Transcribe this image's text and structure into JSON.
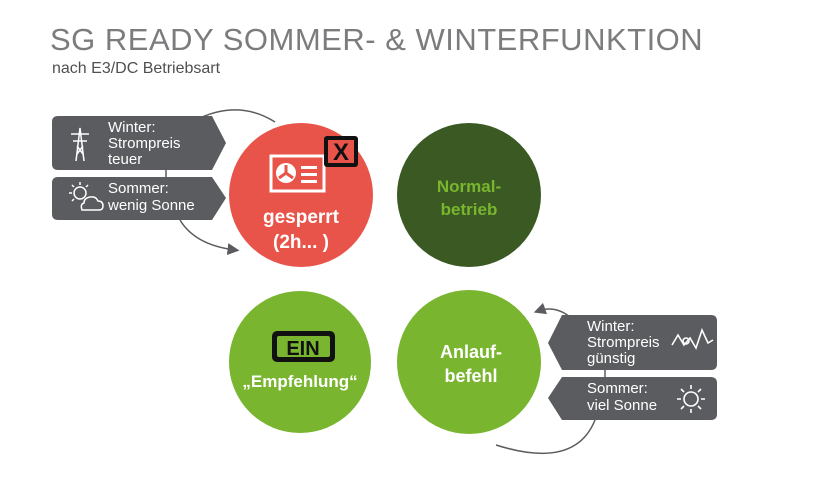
{
  "header": {
    "title": "SG READY SOMMER- & WINTERFUNKTION",
    "subtitle": "nach E3/DC Betriebsart"
  },
  "colors": {
    "blocked": "#e8544a",
    "normal": "#3b5a23",
    "normal_text": "#79b52f",
    "green": "#79b52f",
    "tag": "#5b5c5f"
  },
  "states": {
    "blocked": {
      "line1": "gesperrt",
      "line2": "(2h... )",
      "badge": "X",
      "icon": "heat-pump-icon"
    },
    "normal": {
      "line1": "Normal-",
      "line2": "betrieb"
    },
    "recommend": {
      "badge": "EIN",
      "label": "„Empfehlung“"
    },
    "start": {
      "line1": "Anlauf-",
      "line2": "befehl"
    }
  },
  "tags": {
    "block_winter": {
      "lines": [
        "Winter:",
        "Strompreis",
        "teuer"
      ],
      "icon": "power-pylon-icon"
    },
    "block_summer": {
      "lines": [
        "Sommer:",
        "wenig Sonne"
      ],
      "icon": "sun-cloud-icon"
    },
    "start_winter": {
      "lines": [
        "Winter:",
        "Strompreis",
        "günstig"
      ],
      "icon": "price-chart-icon"
    },
    "start_summer": {
      "lines": [
        "Sommer:",
        "viel Sonne"
      ],
      "icon": "sun-icon"
    }
  }
}
